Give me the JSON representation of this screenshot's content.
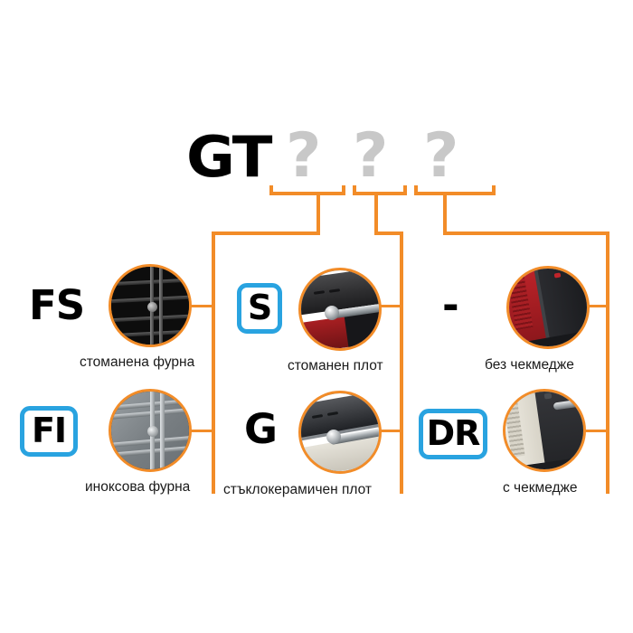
{
  "diagram": {
    "title_code": {
      "prefix": "GT",
      "placeholders": [
        "?",
        "?",
        "?"
      ]
    },
    "groups": [
      {
        "id": "oven-type",
        "options": [
          {
            "code": "FS",
            "code_boxed": false,
            "caption": "стоманена фурна",
            "photo": "steel-oven-photo"
          },
          {
            "code": "FI",
            "code_boxed": true,
            "caption": "иноксова фурна",
            "photo": "inox-oven-photo"
          }
        ]
      },
      {
        "id": "hob-type",
        "options": [
          {
            "code": "S",
            "code_boxed": true,
            "caption": "стоманен плот",
            "photo": "steel-hob-photo"
          },
          {
            "code": "G",
            "code_boxed": false,
            "caption": "стъклокерамичен плот",
            "photo": "glass-ceramic-hob-photo"
          }
        ]
      },
      {
        "id": "drawer-option",
        "options": [
          {
            "code": "-",
            "code_boxed": false,
            "caption": "без чекмедже",
            "photo": "no-drawer-photo"
          },
          {
            "code": "DR",
            "code_boxed": true,
            "caption": "с чекмедже",
            "photo": "with-drawer-photo"
          }
        ]
      }
    ],
    "colors": {
      "connector": "#f28c28",
      "badge_border": "#29a3e0",
      "placeholder": "#c8c8c8",
      "text": "#000000",
      "background": "#ffffff"
    }
  }
}
